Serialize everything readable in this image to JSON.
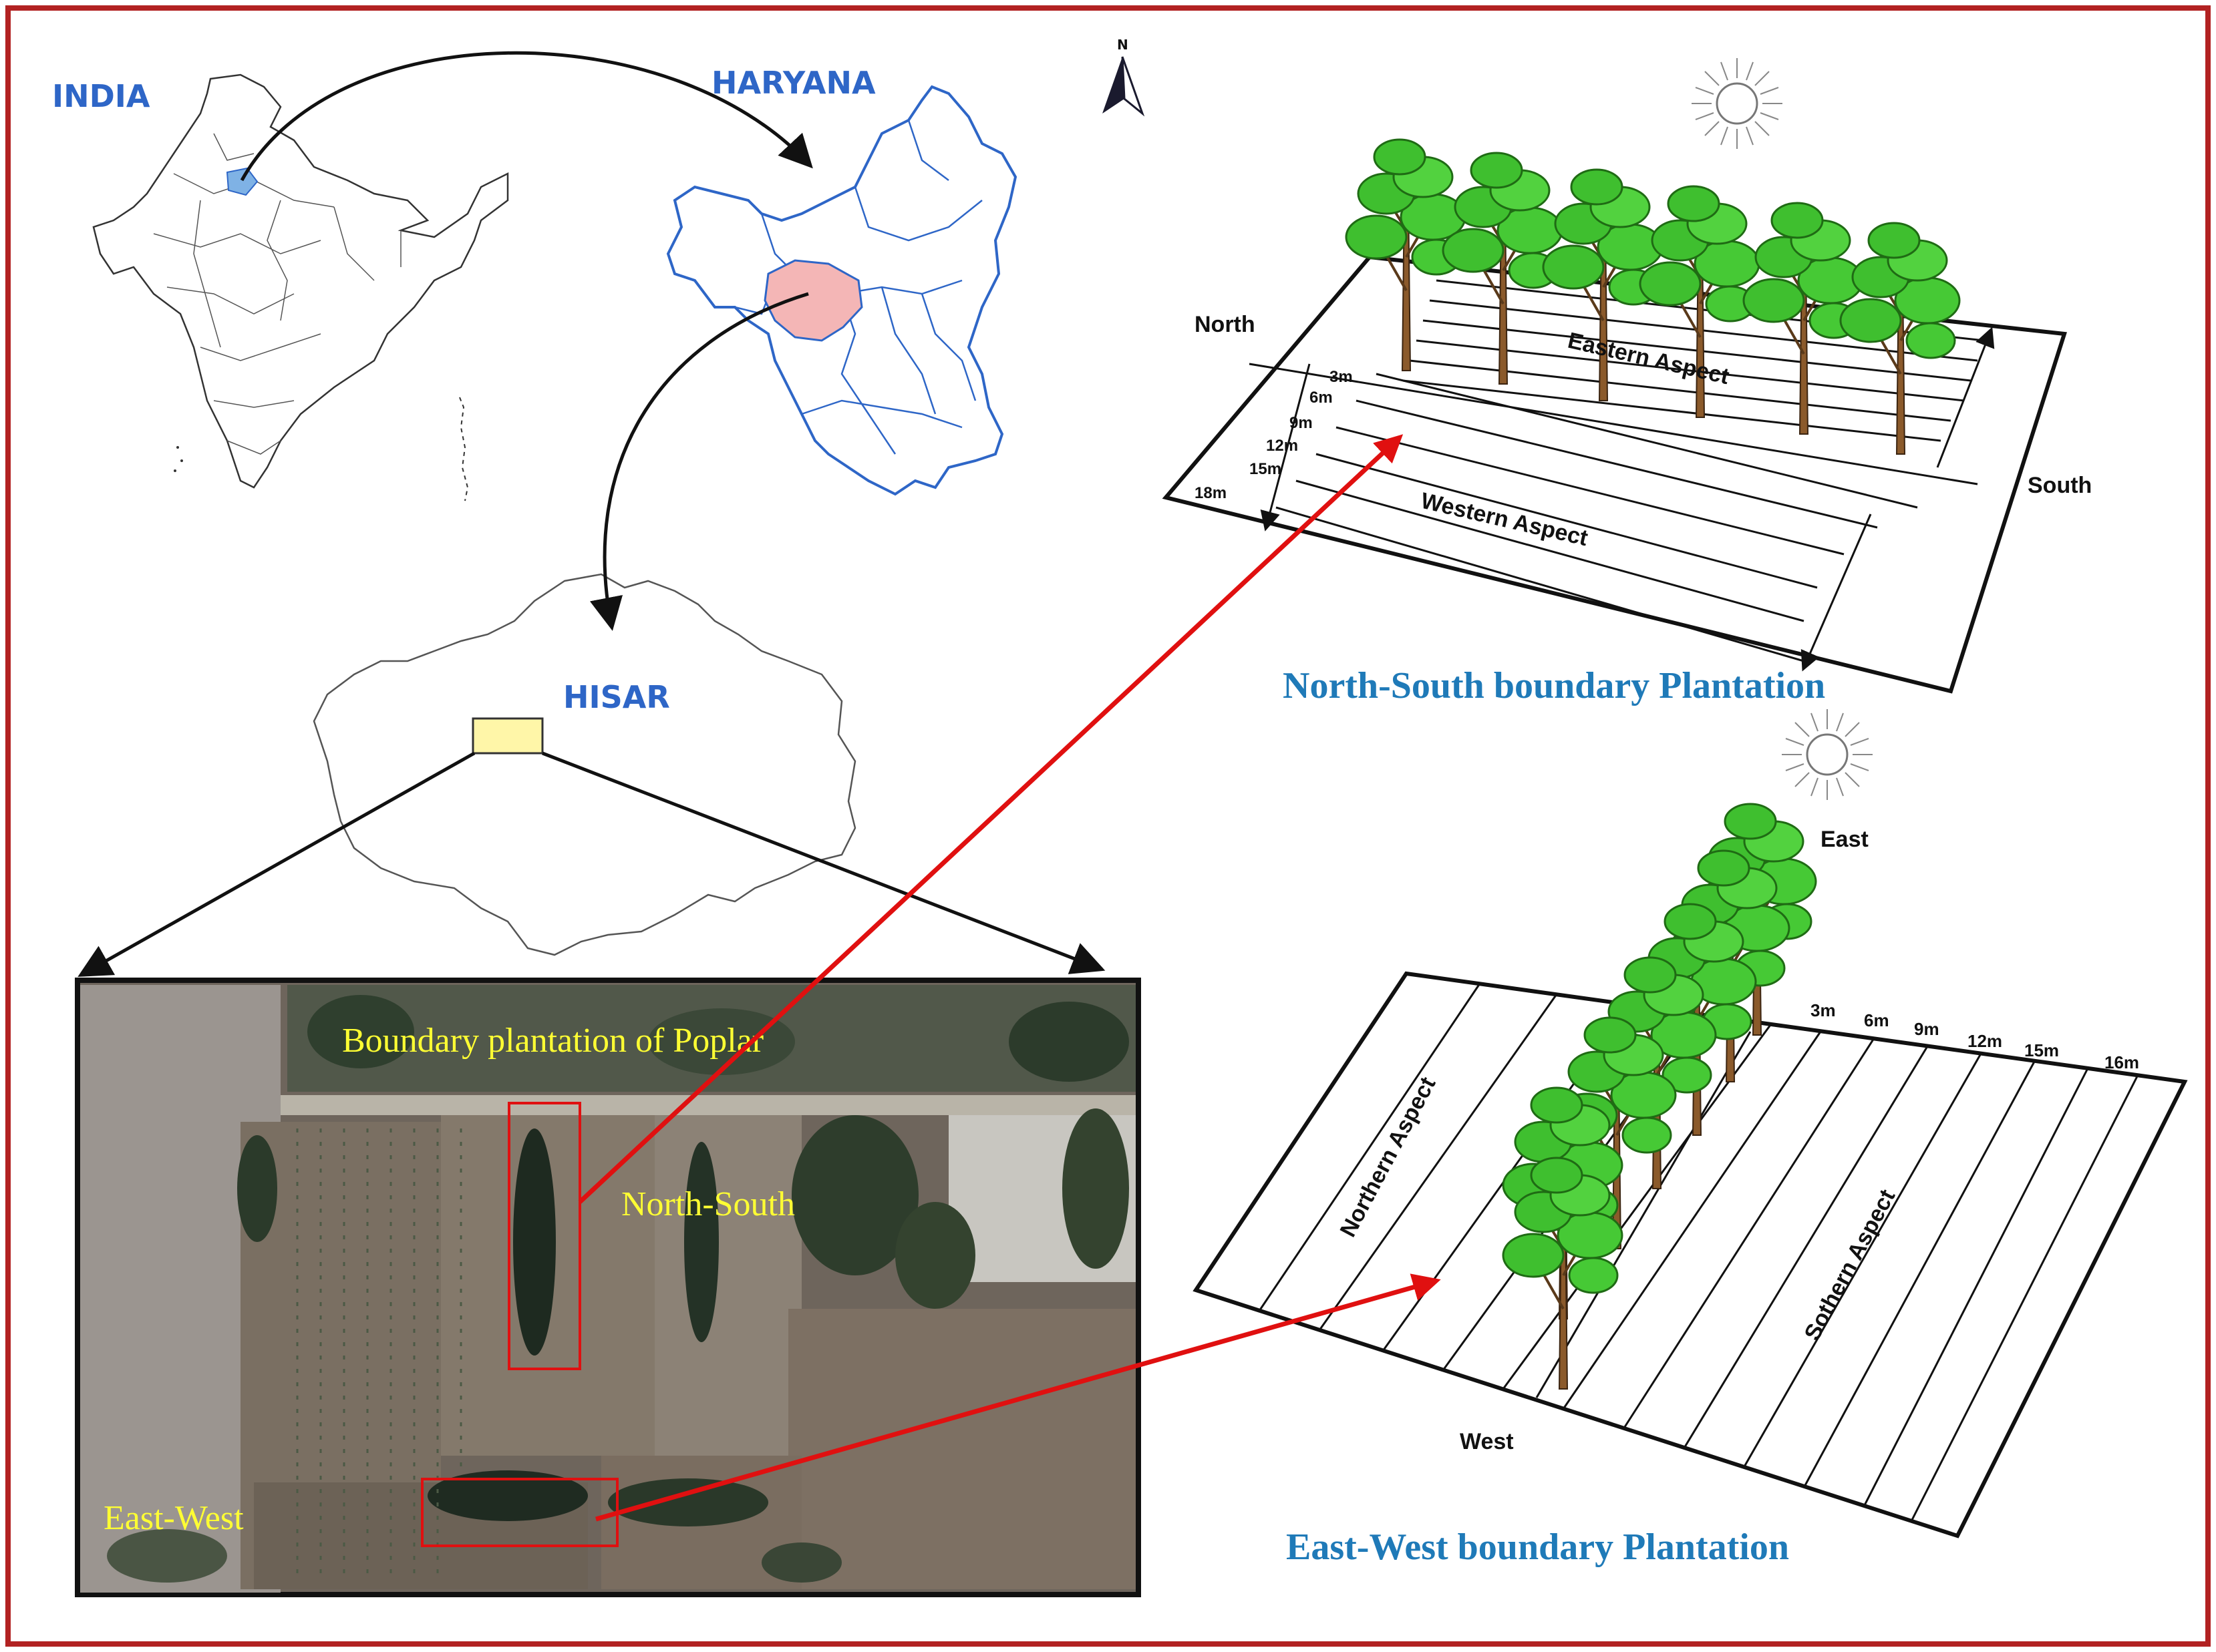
{
  "labels": {
    "india": "INDIA",
    "haryana": "HARYANA",
    "hisar": "HISAR",
    "north_arrow": "N"
  },
  "satellite": {
    "title": "Boundary plantation of  Poplar",
    "north_south": "North-South",
    "east_west": "East-West"
  },
  "ns_diagram": {
    "north": "North",
    "south": "South",
    "eastern_aspect": "Eastern Aspect",
    "western_aspect": "Western Aspect",
    "distances": [
      "3m",
      "6m",
      "9m",
      "12m",
      "15m",
      "18m"
    ],
    "caption": "North-South  boundary  Plantation"
  },
  "ew_diagram": {
    "east": "East",
    "west": "West",
    "northern_aspect": "Northern Aspect",
    "southern_aspect": "Sothern Aspect",
    "distances": [
      "3m",
      "6m",
      "9m",
      "12m",
      "15m",
      "16m"
    ],
    "caption": "East-West boundary  Plantation"
  },
  "colors": {
    "frame": "#b22222",
    "state_outline": "#2e66c7",
    "haryana_highlight": "#7fb2e5",
    "hisar_highlight": "#f4b6b6",
    "study_area": "#fff6a8",
    "arrow_red": "#e01010",
    "tree_green": "#3fbf2f"
  }
}
